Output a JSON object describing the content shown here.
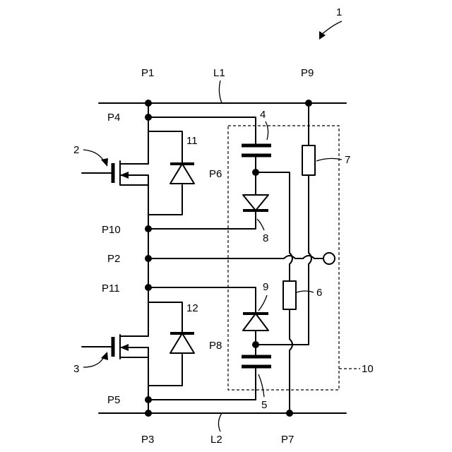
{
  "figure": {
    "ref": "1",
    "lines": {
      "top": "L1",
      "bottom": "L2"
    },
    "nodes": {
      "p1": "P1",
      "p2": "P2",
      "p3": "P3",
      "p4": "P4",
      "p5": "P5",
      "p6": "P6",
      "p7": "P7",
      "p8": "P8",
      "p9": "P9",
      "p10": "P10",
      "p11": "P11"
    },
    "components": {
      "transistor_upper": "2",
      "transistor_lower": "3",
      "capacitor_upper": "4",
      "capacitor_lower": "5",
      "resistor_lower": "6",
      "resistor_upper": "7",
      "diode_upper": "8",
      "diode_lower": "9",
      "module": "10",
      "body_diode_upper": "11",
      "body_diode_lower": "12"
    }
  }
}
